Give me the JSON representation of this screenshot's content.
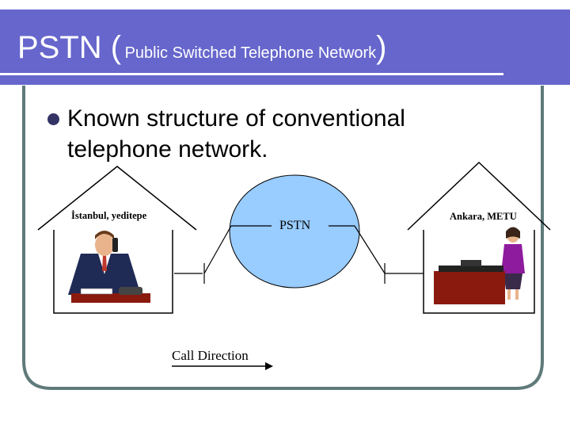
{
  "slide": {
    "title_main_open": "PSTN (",
    "title_sub": "Public Switched Telephone Network",
    "title_main_close": ")",
    "bullet": "Known structure of conventional telephone network.",
    "colors": {
      "title_bg": "#6666cc",
      "cloud_fill": "#99ccff",
      "frame": "#5f7a7a"
    }
  },
  "diagram": {
    "left_house_label": "İstanbul, yeditepe",
    "right_house_label": "Ankara, METU",
    "network_label": "PSTN",
    "call_direction_label": "Call Direction"
  }
}
